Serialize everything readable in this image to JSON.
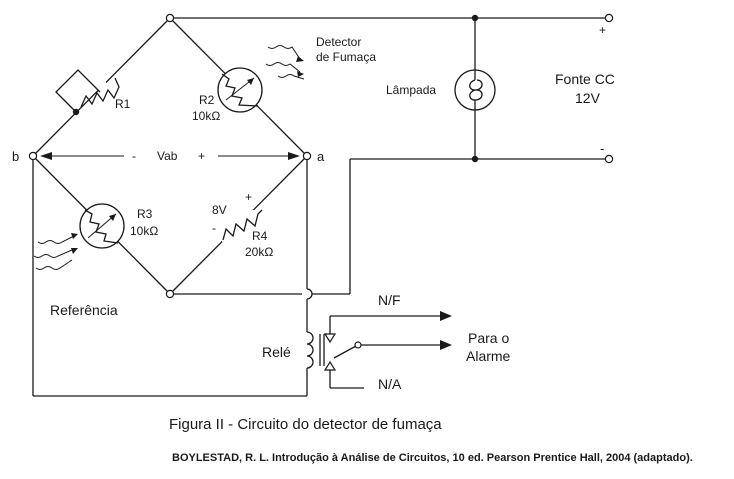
{
  "labels": {
    "b": "b",
    "a": "a",
    "r1": "R1",
    "r2": "R2",
    "r2_value": "10kΩ",
    "detector_line1": "Detector",
    "detector_line2": "de Fumaça",
    "lamp": "Lâmpada",
    "source_line1": "Fonte CC",
    "source_line2": "12V",
    "plus_top": "+",
    "minus_bottom": "-",
    "vab": "Vab",
    "vab_minus": "-",
    "vab_plus": "+",
    "r3": "R3",
    "r3_value": "10kΩ",
    "r4": "R4",
    "r4_value": "20kΩ",
    "v8": "8V",
    "r4_plus": "+",
    "r4_minus": "-",
    "reference": "Referência",
    "relay": "Relé",
    "nf": "N/F",
    "na": "N/A",
    "alarm_line1": "Para o",
    "alarm_line2": "Alarme"
  },
  "caption": "Figura II - Circuito do detector de fumaça",
  "citation": "BOYLESTAD, R. L. Introdução à Análise de Circuitos, 10 ed. Pearson Prentice Hall, 2004 (adaptado)."
}
